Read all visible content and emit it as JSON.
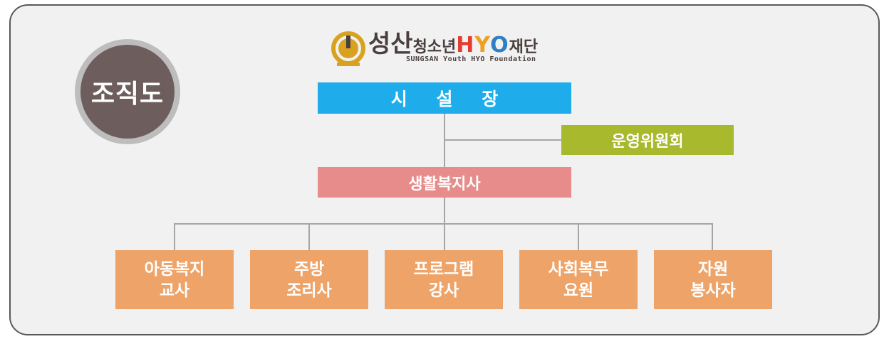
{
  "badge": {
    "title": "조직도"
  },
  "logo": {
    "name_big": "성산",
    "name_mid": "청소년",
    "name_hyo": [
      "H",
      "Y",
      "O"
    ],
    "name_tail": "재단",
    "subtitle": "SUNGSAN Youth HYO Foundation",
    "colors": {
      "brand_brown": "#4a3f3e",
      "brand_gold": "#d8a21e",
      "h": "#e63b2e",
      "y": "#f0a020",
      "o": "#2f7fc4"
    }
  },
  "org": {
    "director": "시 설 장",
    "committee": "운영위원회",
    "social_worker": "생활복지사",
    "staff": [
      {
        "line1": "아동복지",
        "line2": "교사"
      },
      {
        "line1": "주방",
        "line2": "조리사"
      },
      {
        "line1": "프로그램",
        "line2": "강사"
      },
      {
        "line1": "사회복무",
        "line2": "요원"
      },
      {
        "line1": "자원",
        "line2": "봉사자"
      }
    ]
  },
  "colors": {
    "frame_border": "#595959",
    "background": "#f1f1f1",
    "badge": "#6d5e5d",
    "director": "#1eadea",
    "committee": "#a8b92e",
    "social_worker": "#e78b8b",
    "staff": "#eea368",
    "connector": "#a6a6a6"
  }
}
